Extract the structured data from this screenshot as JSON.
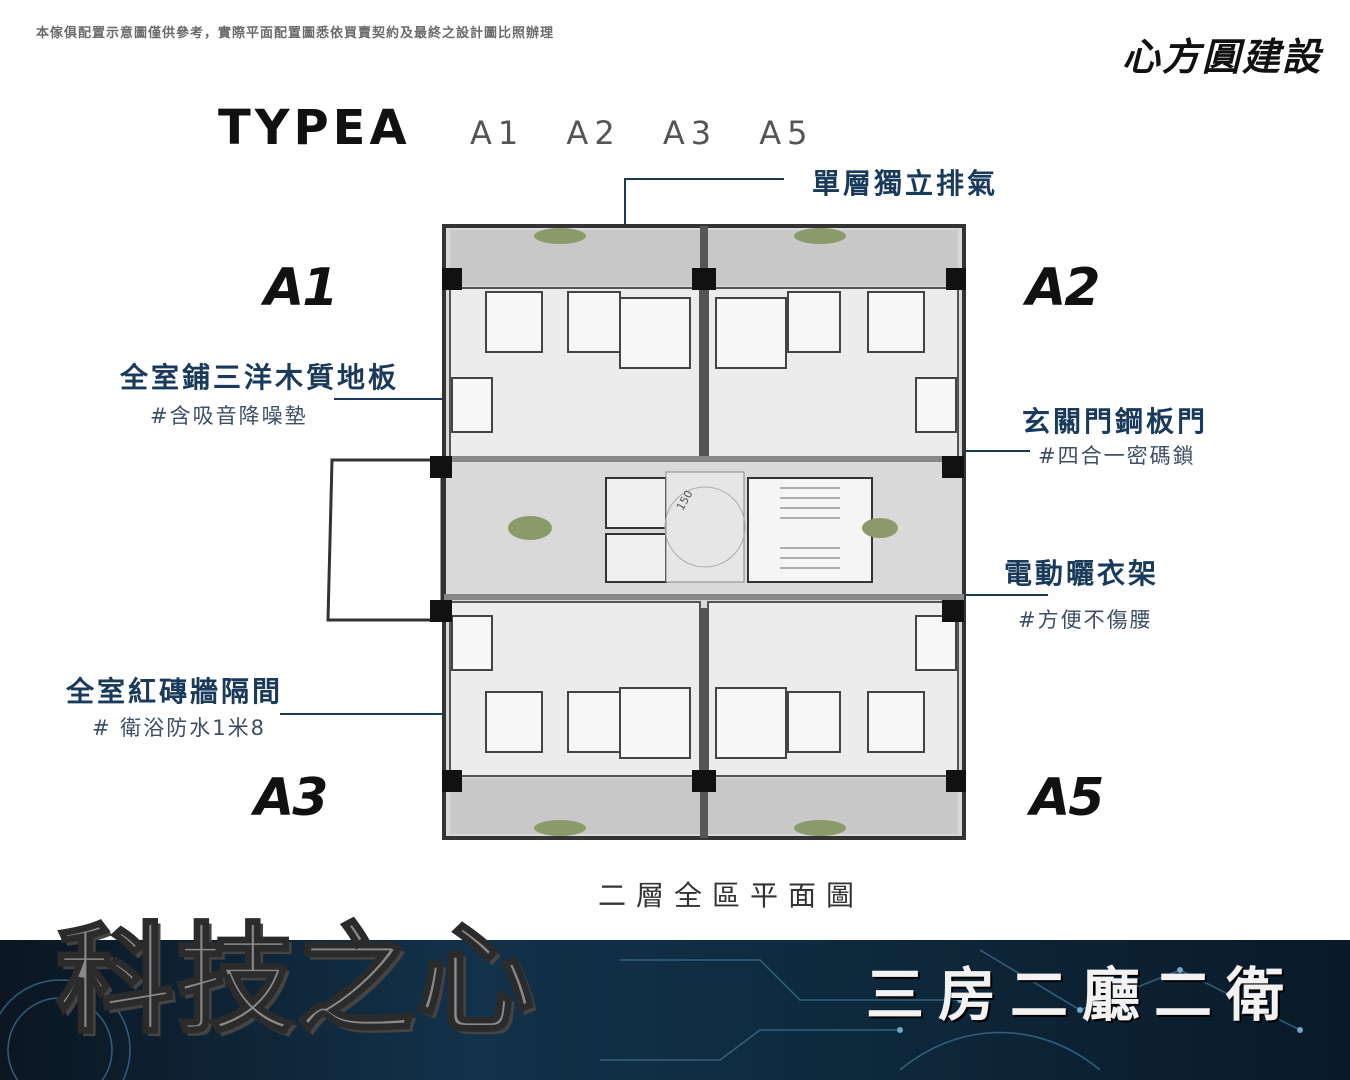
{
  "disclaimer": "本傢俱配置示意圖僅供參考，實際平面配置圖悉依買賣契約及最終之設計圖比照辦理",
  "brand": "心方圓建設",
  "type_title": "TYPEA",
  "type_units": "A1 A2 A3 A5",
  "units": {
    "a1": "A1",
    "a2": "A2",
    "a3": "A3",
    "a5": "A5"
  },
  "features": {
    "exhaust": {
      "title": "單層獨立排氣"
    },
    "flooring": {
      "title": "全室鋪三洋木質地板",
      "sub": "#含吸音降噪墊"
    },
    "door": {
      "title": "玄關門鋼板門",
      "sub": "#四合一密碼鎖"
    },
    "drying": {
      "title": "電動曬衣架",
      "sub": "#方便不傷腰"
    },
    "wall": {
      "title": "全室紅磚牆隔間",
      "sub": "# 衛浴防水1米8"
    }
  },
  "plan_caption": "二層全區平面圖",
  "elevator_label": "150",
  "slogan": "科技之心",
  "rooms": "三房二廳二衛",
  "colors": {
    "accent": "#1a3a5c",
    "banner": "#12324a"
  }
}
